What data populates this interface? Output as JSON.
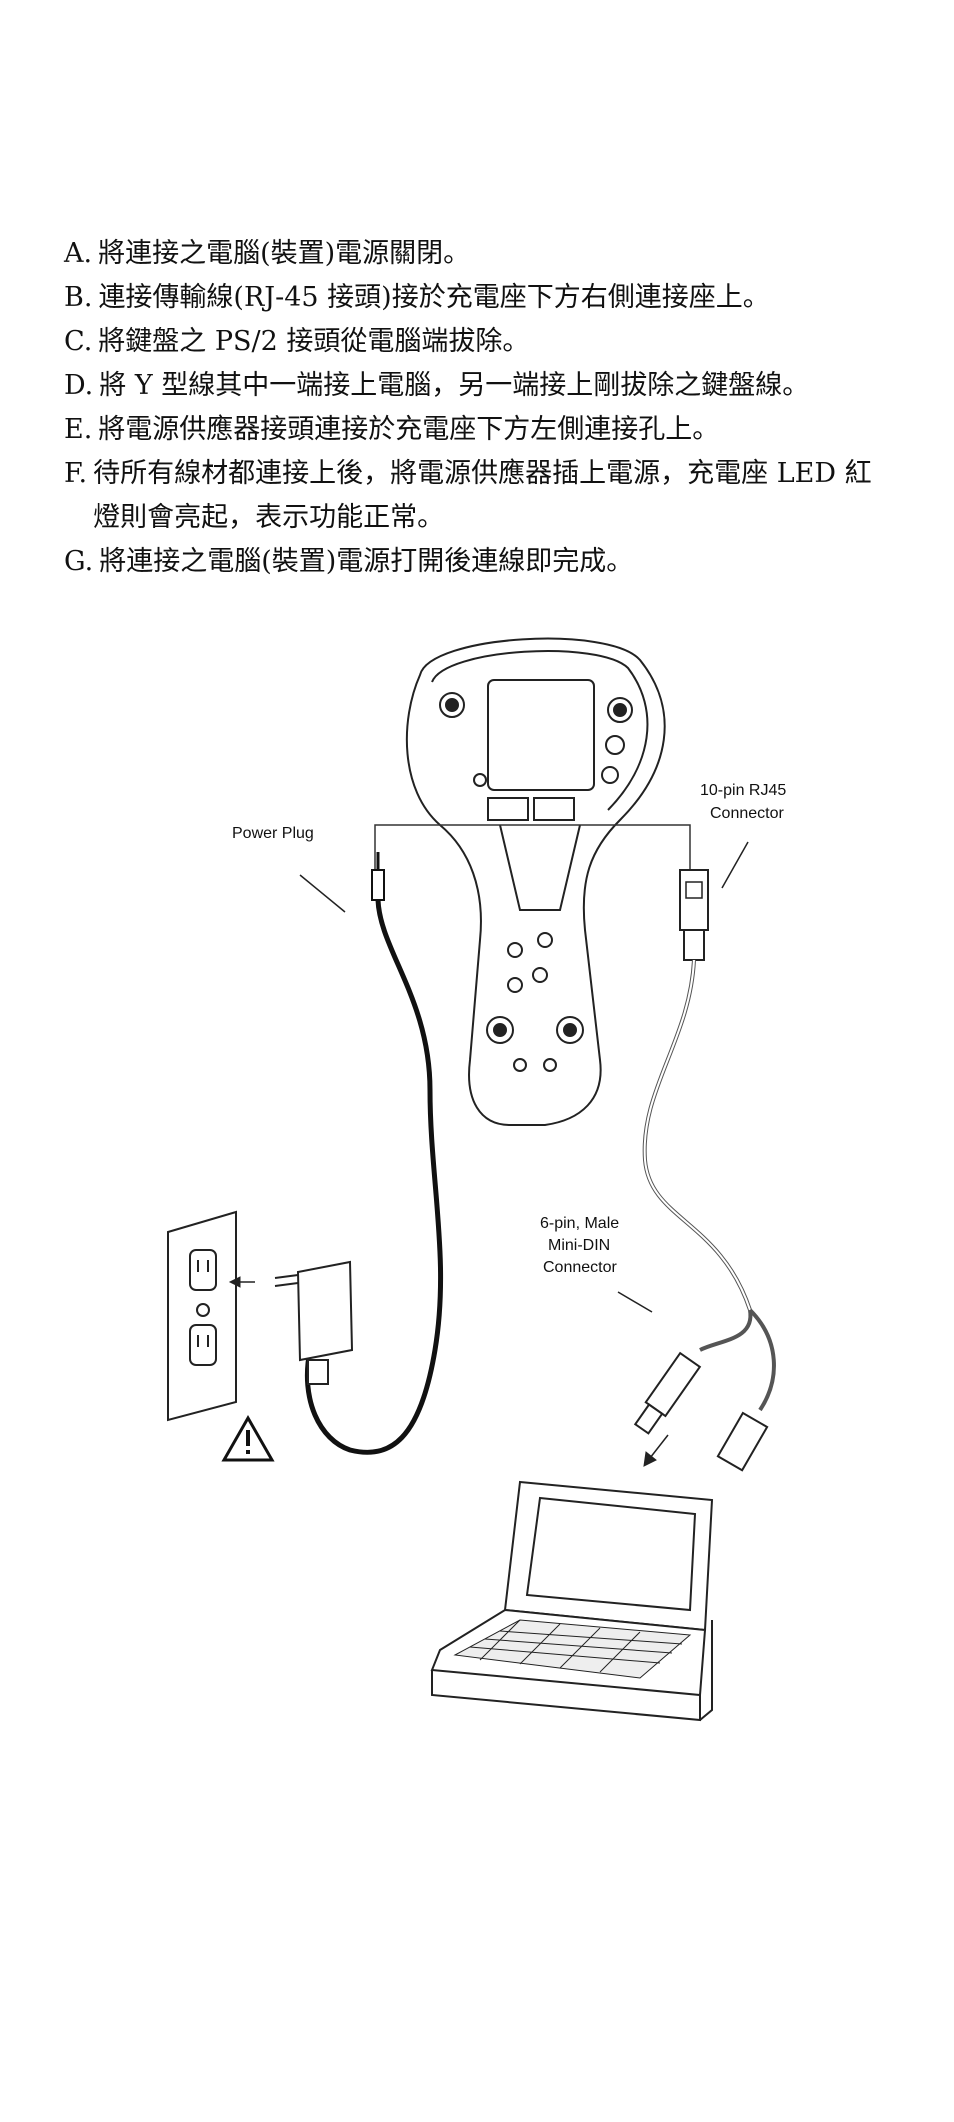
{
  "steps": [
    {
      "letter": "A.",
      "text": "將連接之電腦(裝置)電源關閉。"
    },
    {
      "letter": "B.",
      "text": "連接傳輸線(RJ-45 接頭)接於充電座下方右側連接座上。"
    },
    {
      "letter": "C.",
      "text": "將鍵盤之 PS/2 接頭從電腦端拔除。"
    },
    {
      "letter": "D.",
      "text": "將 Y 型線其中一端接上電腦，另一端接上剛拔除之鍵盤線。"
    },
    {
      "letter": "E.",
      "text": "將電源供應器接頭連接於充電座下方左側連接孔上。"
    },
    {
      "letter": "F.",
      "text": "待所有線材都連接上後，將電源供應器插上電源，充電座 LED 紅燈則會亮起，表示功能正常。"
    },
    {
      "letter": "G.",
      "text": "將連接之電腦(裝置)電源打開後連線即完成。"
    }
  ],
  "diagram": {
    "power_plug_label": "Power Plug",
    "rj45_label_line1": "10-pin RJ45",
    "rj45_label_line2": "Connector",
    "din_label_line1": "6-pin, Male",
    "din_label_line2": "Mini-DIN",
    "din_label_line3": "Connector"
  }
}
